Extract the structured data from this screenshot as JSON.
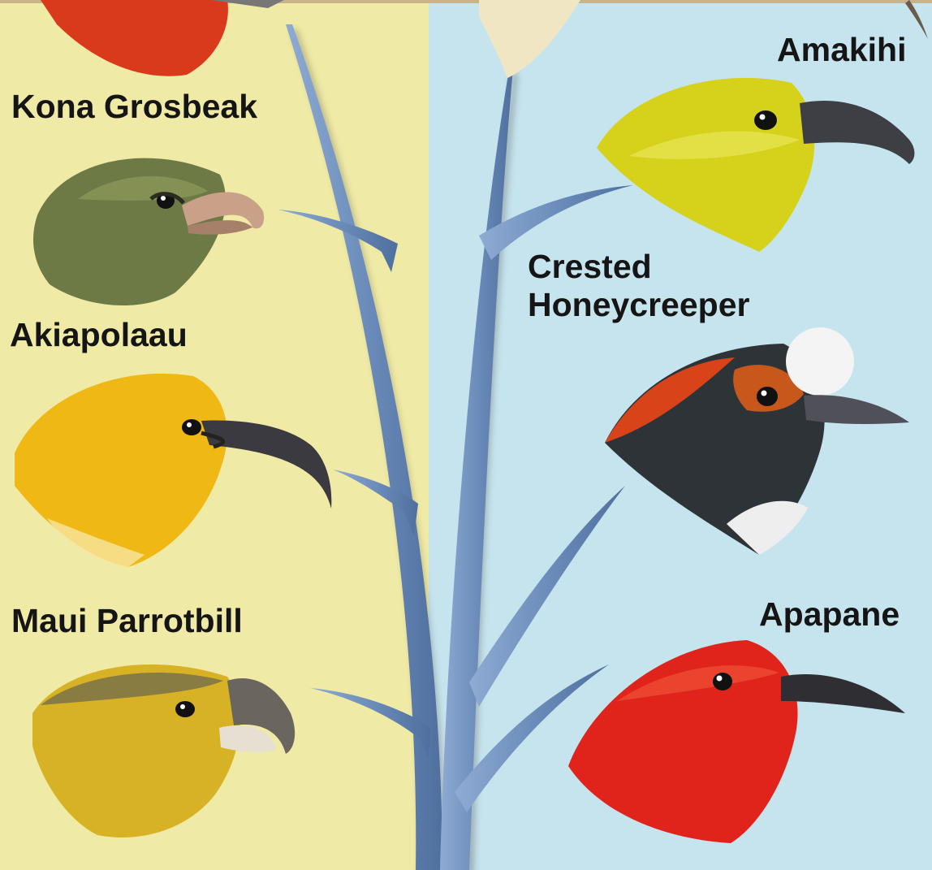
{
  "colors": {
    "left_panel": "#efeaa5",
    "right_panel": "#c6e4ee",
    "branch": "#6f90bd",
    "label_text": "#151515"
  },
  "labels": {
    "kona_grosbeak": "Kona Grosbeak",
    "akiapolaau": "Akiapolaau",
    "maui_parrotbill": "Maui Parrotbill",
    "amakihi": "Amakihi",
    "crested_honeycreeper_line1": "Crested",
    "crested_honeycreeper_line2": "Honeycreeper",
    "apapane": "Apapane"
  },
  "birds": {
    "kona_grosbeak": {
      "plumage": "#6e7a45",
      "beak": "#c9a188"
    },
    "akiapolaau": {
      "plumage": "#f0b814",
      "beak": "#3a3a40"
    },
    "maui_parrotbill": {
      "plumage": "#d8b225",
      "beak": "#6b6560"
    },
    "amakihi": {
      "plumage": "#d6d21c",
      "beak": "#3e3e45"
    },
    "crested_honeycreeper": {
      "plumage": "#2e3338",
      "beak": "#505058"
    },
    "apapane": {
      "plumage": "#e0241c",
      "beak": "#2e2e33"
    }
  }
}
